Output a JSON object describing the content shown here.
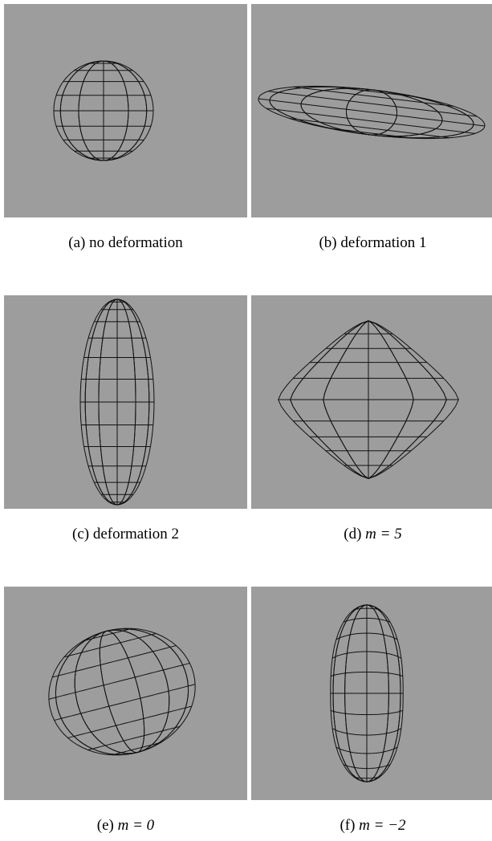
{
  "figure": {
    "panels": [
      {
        "id": "a",
        "tag": "(a)",
        "text": "no deformation",
        "math": "",
        "shape": "sphere"
      },
      {
        "id": "b",
        "tag": "(b)",
        "text": "deformation 1",
        "math": "",
        "shape": "flat-ellipsoid"
      },
      {
        "id": "c",
        "tag": "(c)",
        "text": "deformation 2",
        "math": "",
        "shape": "tall-ellipsoid"
      },
      {
        "id": "d",
        "tag": "(d)",
        "text": "",
        "math": "m = 5",
        "shape": "star-surface"
      },
      {
        "id": "e",
        "tag": "(e)",
        "text": "",
        "math": "m = 0",
        "shape": "tilted-ellipsoid"
      },
      {
        "id": "f",
        "tag": "(f)",
        "text": "",
        "math": "m = −2",
        "shape": "pinched-surface"
      }
    ],
    "colors": {
      "panel_background": "#9d9d9d",
      "wireframe": "#111111"
    }
  }
}
